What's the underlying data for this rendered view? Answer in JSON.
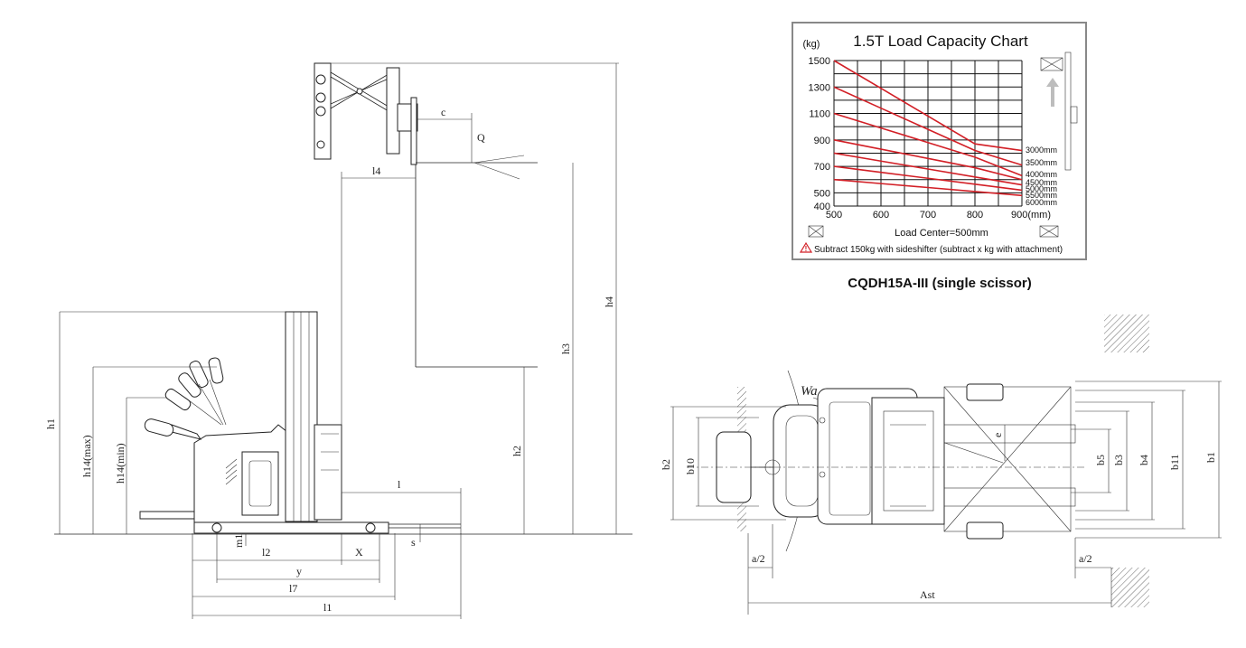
{
  "chart_data": {
    "type": "line",
    "title": "1.5T Load Capacity Chart",
    "ylabel": "(kg)",
    "xlabel": "Load Center=500mm",
    "x_unit_label": "900(mm)",
    "x": [
      500,
      600,
      700,
      800,
      900
    ],
    "x_tick_labels": [
      "500",
      "600",
      "700",
      "800",
      "900(mm)"
    ],
    "y_tick_labels": [
      "1500",
      "1300",
      "1100",
      "900",
      "700",
      "500",
      "400"
    ],
    "ylim": [
      400,
      1500
    ],
    "xlim": [
      500,
      900
    ],
    "grid": true,
    "series": [
      {
        "name": "3000mm",
        "values": [
          1500,
          1290,
          1080,
          870,
          820
        ]
      },
      {
        "name": "3500mm",
        "values": [
          1300,
          1140,
          980,
          820,
          710
        ]
      },
      {
        "name": "4000mm",
        "values": [
          1100,
          990,
          880,
          770,
          630
        ]
      },
      {
        "name": "4500mm",
        "values": [
          900,
          830,
          760,
          690,
          600
        ]
      },
      {
        "name": "5000mm",
        "values": [
          800,
          740,
          680,
          620,
          560
        ]
      },
      {
        "name": "5500mm",
        "values": [
          700,
          655,
          610,
          565,
          520
        ]
      },
      {
        "name": "6000mm",
        "values": [
          600,
          570,
          540,
          510,
          480
        ]
      }
    ],
    "note": "Subtract 150kg with sideshifter (subtract x kg with attachment)",
    "colors": {
      "lines": "#d21f26",
      "grid": "#111111",
      "warning": "#d21f26"
    }
  },
  "caption": "CQDH15A-III (single scissor)",
  "side_view_labels": {
    "h1": "h1",
    "h14max": "h14(max)",
    "h14min": "h14(min)",
    "h2": "h2",
    "h3": "h3",
    "h4": "h4",
    "l": "l",
    "l1": "l1",
    "l2": "l2",
    "l4": "l4",
    "l7": "l7",
    "x": "X",
    "y": "y",
    "m1": "m1",
    "s": "s",
    "c": "c",
    "q": "Q"
  },
  "top_view_labels": {
    "wa": "Wa",
    "b1": "b1",
    "b2": "b2",
    "b3": "b3",
    "b4": "b4",
    "b5": "b5",
    "b10": "b10",
    "b11": "b11",
    "e": "e",
    "a2_left": "a/2",
    "a2_right": "a/2",
    "ast": "Ast"
  }
}
